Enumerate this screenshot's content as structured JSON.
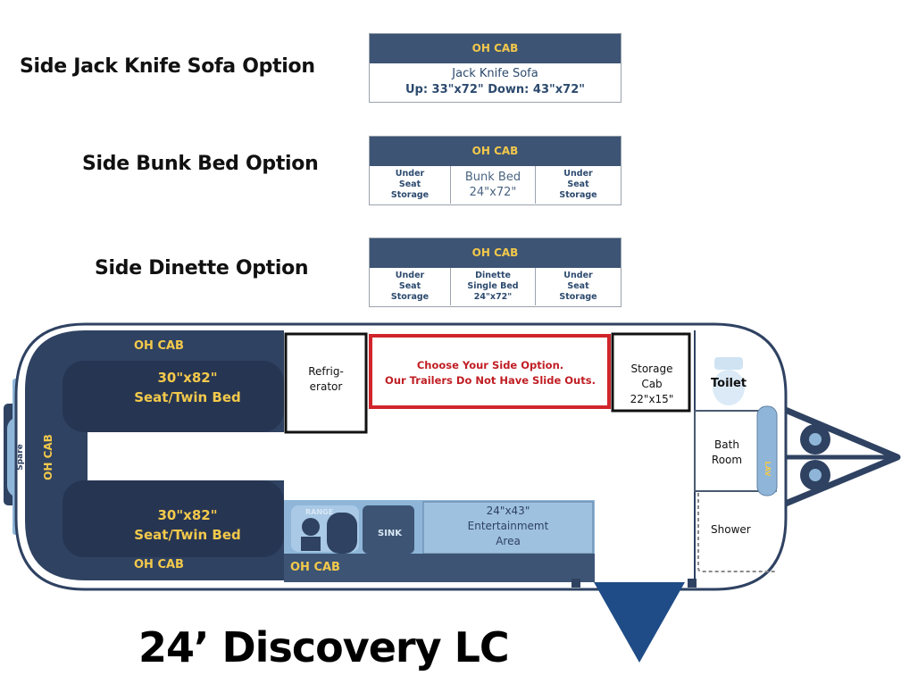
{
  "options": [
    {
      "title": "Side Jack Knife Sofa Option",
      "oh_cab": "OH CAB",
      "line1": "Jack Knife Sofa",
      "line2": "Up: 33\"x72\" Down: 43\"x72\""
    },
    {
      "title": "Side Bunk Bed Option",
      "oh_cab": "OH CAB",
      "left": [
        "Under",
        "Seat",
        "Storage"
      ],
      "center": [
        "Bunk Bed",
        "24\"x72\""
      ],
      "right": [
        "Under",
        "Seat",
        "Storage"
      ]
    },
    {
      "title": "Side Dinette Option",
      "oh_cab": "OH CAB",
      "left": [
        "Under",
        "Seat",
        "Storage"
      ],
      "center": [
        "Dinette",
        "Single Bed",
        "24\"x72\""
      ],
      "right": [
        "Under",
        "Seat",
        "Storage"
      ]
    }
  ],
  "floorplan": {
    "oh_cab_top": "OH CAB",
    "top_bed": [
      "30\"x82\"",
      "Seat/Twin Bed"
    ],
    "bottom_bed": [
      "30\"x82\"",
      "Seat/Twin Bed"
    ],
    "oh_cab_bottom": "OH CAB",
    "oh_cab_bottom_right": "OH CAB",
    "oh_cab_side": "OH CAB",
    "spare": "Spare",
    "refrigerator": [
      "Refrig-",
      "erator"
    ],
    "choose_option": [
      "Choose Your Side Option.",
      "Our Trailers Do Not Have Slide Outs."
    ],
    "storage_cab": [
      "Storage",
      "Cab",
      "22\"x15\""
    ],
    "toilet": "Toilet",
    "bath_room": [
      "Bath",
      "Room"
    ],
    "lav": "LAV",
    "shower": "Shower",
    "range": "RANGE",
    "sink": "SINK",
    "entertainment": [
      "24\"x43\"",
      "Entertainmemt",
      "Area"
    ]
  },
  "model_name": "24’ Discovery LC",
  "colors": {
    "navy": "#2f4262",
    "dark_navy": "#263552",
    "mid_blue": "#3d5474",
    "light_blue": "#8fb6d8",
    "yellow": "#f3c94b",
    "red_accent": "#d0252b",
    "dark_red_text": "#c01e24"
  }
}
